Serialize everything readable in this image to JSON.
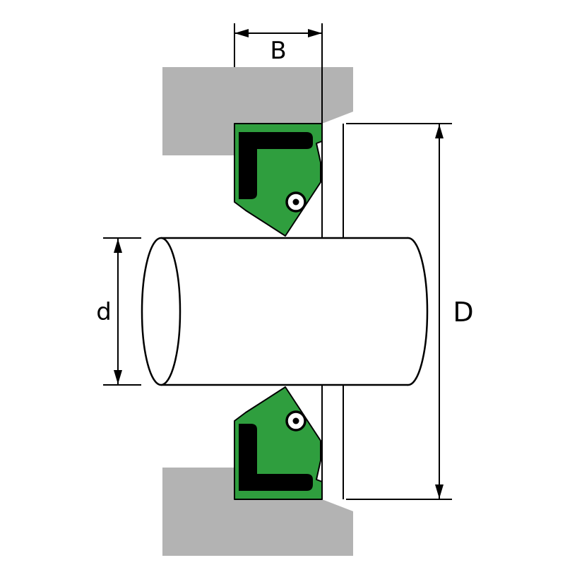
{
  "labels": {
    "seal_width": "B",
    "shaft_diameter": "d",
    "housing_bore_diameter": "D"
  },
  "colors": {
    "background": "#ffffff",
    "housing": "#b3b3b3",
    "seal_body": "#2f9e3e",
    "seal_case": "#000000",
    "outline": "#000000",
    "shaft_fill": "#ffffff"
  }
}
